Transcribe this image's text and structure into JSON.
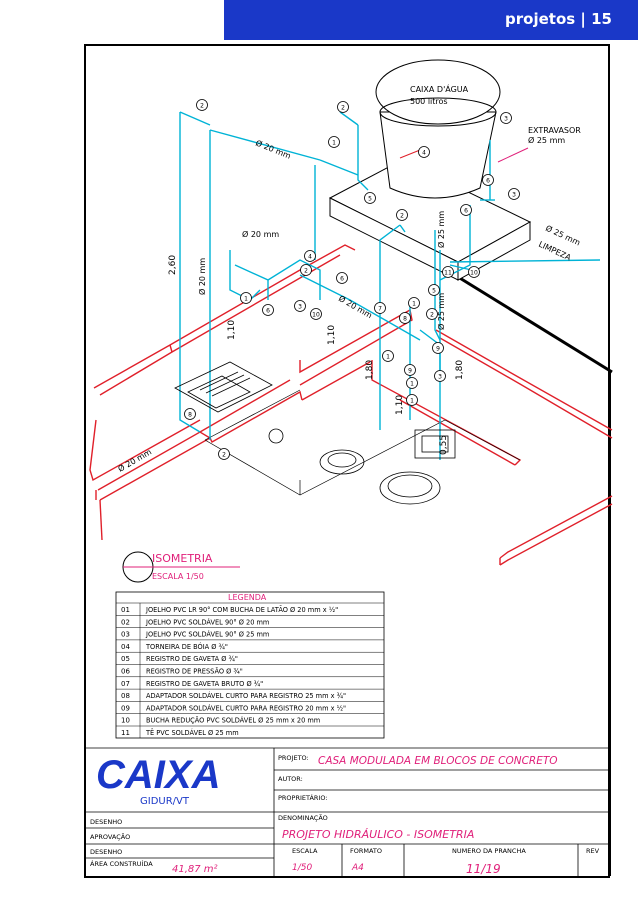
{
  "header": {
    "title": "projetos | 15"
  },
  "colors": {
    "accent": "#1a38c8",
    "pipe": "#00b3d6",
    "wall": "#e0202a",
    "legend": "#e0207a",
    "fixture": "#000000"
  },
  "tank": {
    "label1": "CAIXA D'ÁGUA",
    "label2": "500 litros"
  },
  "labels": {
    "overflow": "EXTRAVASOR",
    "overflow_d": "Ø 25 mm",
    "clean_d": "Ø 25 mm",
    "clean": "LIMPEZA",
    "pipe20_a": "Ø 20 mm",
    "pipe20_b": "Ø 20 mm",
    "pipe20_c": "Ø 20 mm",
    "pipe20_d": "Ø 20 mm",
    "pipe20_e": "Ø 20 mm",
    "pipe25_a": "Ø 25 mm",
    "pipe25_b": "Ø 25 mm",
    "h260": "2,60",
    "h110a": "1,10",
    "h110b": "1,10",
    "h180a": "1,80",
    "h180b": "1,80",
    "h110c": "1,10",
    "h055": "0,55"
  },
  "isometria": {
    "title": "ISOMETRIA",
    "scale": "ESCALA 1/50"
  },
  "legend": {
    "title": "LEGENDA",
    "items": [
      {
        "n": "01",
        "t": "JOELHO PVC LR 90° COM BUCHA DE LATÃO Ø 20 mm x ½\""
      },
      {
        "n": "02",
        "t": "JOELHO PVC SOLDÁVEL 90° Ø 20 mm"
      },
      {
        "n": "03",
        "t": "JOELHO PVC SOLDÁVEL 90° Ø 25 mm"
      },
      {
        "n": "04",
        "t": "TORNEIRA DE BÓIA Ø ¾\""
      },
      {
        "n": "05",
        "t": "REGISTRO DE GAVETA Ø ¾\""
      },
      {
        "n": "06",
        "t": "REGISTRO DE PRESSÃO Ø ¾\""
      },
      {
        "n": "07",
        "t": "REGISTRO DE GAVETA BRUTO Ø ¾\""
      },
      {
        "n": "08",
        "t": "ADAPTADOR SOLDÁVEL CURTO PARA REGISTRO 25 mm x ¾\""
      },
      {
        "n": "09",
        "t": "ADAPTADOR SOLDÁVEL CURTO PARA REGISTRO 20 mm x ½\""
      },
      {
        "n": "10",
        "t": "BUCHA REDUÇÃO PVC SOLDÁVEL Ø 25 mm x 20 mm"
      },
      {
        "n": "11",
        "t": "TÊ PVC SOLDÁVEL Ø 25 mm"
      }
    ]
  },
  "title_block": {
    "logo": "CAIXA",
    "logo_sub": "GIDUR/VT",
    "projeto_lbl": "PROJETO:",
    "projeto": "CASA MODULADA EM BLOCOS DE CONCRETO",
    "autor_lbl": "AUTOR:",
    "proprietario_lbl": "PROPRIETÁRIO:",
    "desenho_lbl": "DESENHO",
    "aprovacao_lbl": "APROVAÇÃO",
    "desenho2_lbl": "DESENHO",
    "area_lbl": "ÁREA CONSTRUÍDA",
    "area": "41,87 m²",
    "denominacao_lbl": "DENOMINAÇÃO",
    "denominacao": "PROJETO HIDRÁULICO - ISOMETRIA",
    "escala_lbl": "ESCALA",
    "escala": "1/50",
    "formato_lbl": "FORMATO",
    "formato": "A4",
    "prancha_lbl": "NUMERO DA PRANCHA",
    "prancha": "11/19",
    "rev_lbl": "REV"
  },
  "callouts": [
    "2",
    "2",
    "3",
    "1",
    "4",
    "5",
    "6",
    "3",
    "6",
    "2",
    "4",
    "6",
    "2",
    "1",
    "6",
    "3",
    "10",
    "7",
    "1",
    "8",
    "2",
    "3",
    "9",
    "1",
    "1",
    "9",
    "10",
    "5",
    "11",
    "1",
    "8",
    "2"
  ]
}
